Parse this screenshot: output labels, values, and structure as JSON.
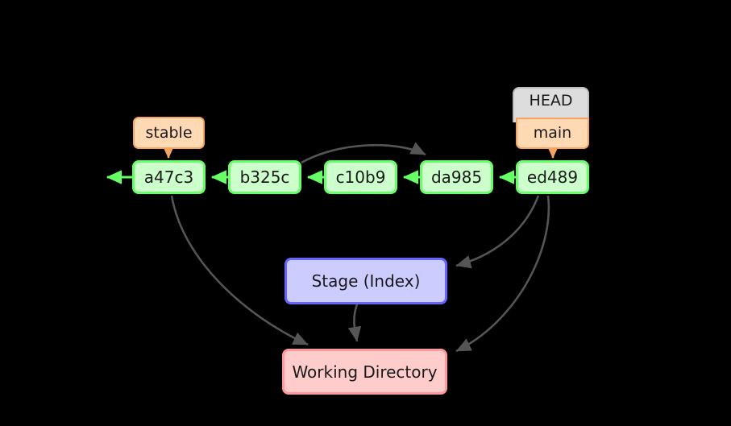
{
  "diagram": {
    "title": "git-commit-graph",
    "background_color": "#000000",
    "colors": {
      "commit_fill": "#ccffcc",
      "commit_border": "#66ff66",
      "branch_fill": "#ffd9b3",
      "branch_border": "#f4a460",
      "head_fill": "#dddddd",
      "head_border": "#bdbdbd",
      "stage_fill": "#ccccff",
      "stage_border": "#6666ff",
      "workdir_fill": "#ffcccc",
      "workdir_border": "#ff9999",
      "edge_gray": "#555555",
      "edge_green": "#66ff66",
      "edge_orange": "#f4a460"
    }
  },
  "commits": [
    {
      "id": "a47c3",
      "label": "a47c3"
    },
    {
      "id": "b325c",
      "label": "b325c"
    },
    {
      "id": "c10b9",
      "label": "c10b9"
    },
    {
      "id": "da985",
      "label": "da985"
    },
    {
      "id": "ed489",
      "label": "ed489"
    }
  ],
  "refs": {
    "stable": "stable",
    "head": "HEAD",
    "main": "main"
  },
  "areas": {
    "stage": "Stage (Index)",
    "working_directory": "Working Directory"
  },
  "edges": [
    {
      "from": "b325c",
      "to": "a47c3",
      "style": "green-straight"
    },
    {
      "from": "c10b9",
      "to": "b325c",
      "style": "green-straight"
    },
    {
      "from": "da985",
      "to": "c10b9",
      "style": "green-straight"
    },
    {
      "from": "ed489",
      "to": "da985",
      "style": "green-straight"
    },
    {
      "from": "a47c3",
      "to": "off-left",
      "style": "green-straight"
    },
    {
      "from": "b325c",
      "to": "da985",
      "style": "gray-arc"
    },
    {
      "from": "stable",
      "to": "a47c3",
      "style": "orange-straight"
    },
    {
      "from": "main",
      "to": "ed489",
      "style": "orange-straight"
    },
    {
      "from": "a47c3",
      "to": "working_directory",
      "style": "gray-curve"
    },
    {
      "from": "ed489",
      "to": "stage",
      "style": "gray-curve"
    },
    {
      "from": "ed489",
      "to": "working_directory",
      "style": "gray-curve"
    },
    {
      "from": "stage",
      "to": "working_directory",
      "style": "gray-curve"
    }
  ]
}
